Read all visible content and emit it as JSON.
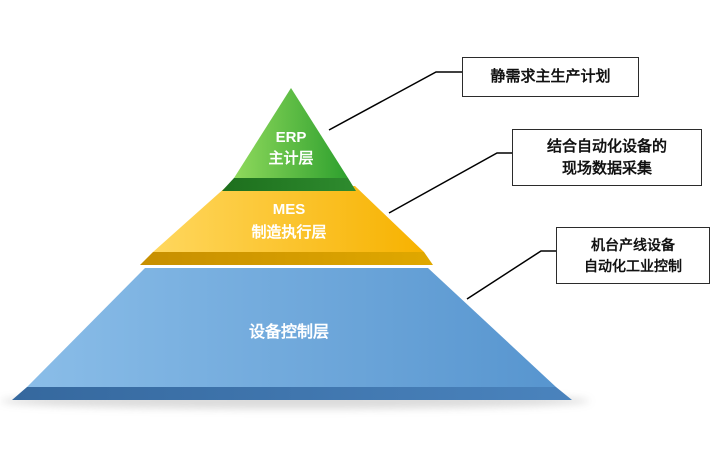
{
  "diagram": {
    "type": "pyramid",
    "background": "#ffffff",
    "pyramid": {
      "layers": [
        {
          "id": "erp",
          "line1": "ERP",
          "line2": "主计层",
          "color": "#33a532",
          "edge_color": "#1f7a1f"
        },
        {
          "id": "mes",
          "line1": "MES",
          "line2": "制造执行层",
          "color": "#ffc000",
          "edge_color": "#d99a00"
        },
        {
          "id": "device-control",
          "line1": "设备控制层",
          "color": "#5b9bd5",
          "edge_color": "#3d6fa8"
        }
      ]
    },
    "callouts": [
      {
        "id": "erp-note",
        "line1": "静需求主生产计划"
      },
      {
        "id": "mes-note",
        "line1": "结合自动化设备的",
        "line2": "现场数据采集"
      },
      {
        "id": "device-note",
        "line1": "机台产线设备",
        "line2": "自动化工业控制"
      }
    ],
    "connector_color": "#000000",
    "text_color": "#ffffff"
  }
}
